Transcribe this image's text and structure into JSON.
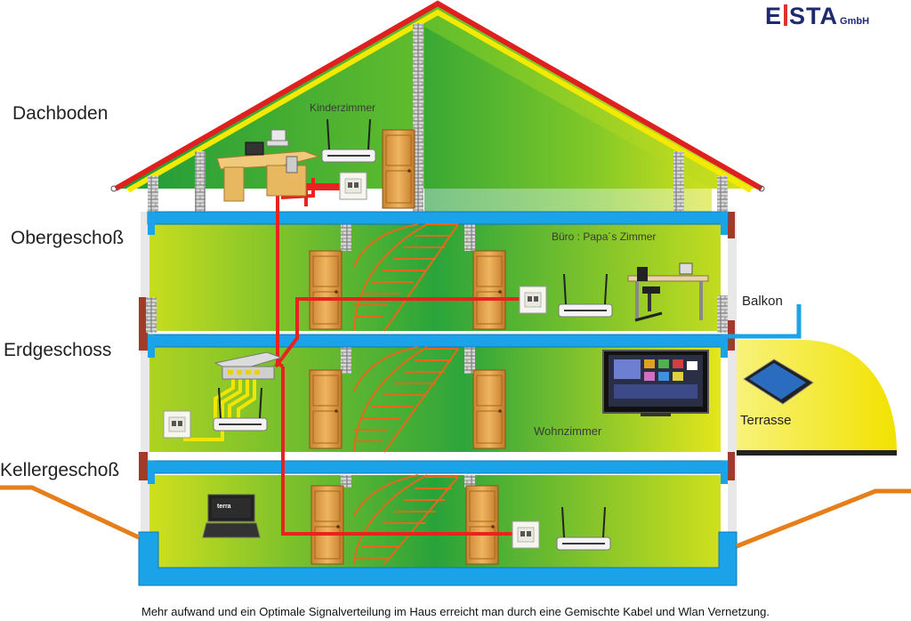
{
  "logo": {
    "left": "E",
    "right": "STA",
    "suffix": "GmbH"
  },
  "floors": {
    "dachboden": "Dachboden",
    "obergeschoss": "Obergeschoß",
    "erdgeschoss": "Erdgeschoss",
    "kellergeschoss": "Kellergeschoß"
  },
  "rooms": {
    "kinderzimmer": "Kinderzimmer",
    "buero": "Büro : Papa´s Zimmer",
    "wohnzimmer": "Wohnzimmer"
  },
  "outside": {
    "balkon": "Balkon",
    "terrasse": "Terrasse"
  },
  "tablet_brand": "terra",
  "caption": "Mehr aufwand und ein Optimale Signalverteilung im Haus erreicht man durch eine Gemischte Kabel und Wlan Vernetzung.",
  "colors": {
    "cable": "#e8231f",
    "lan": "#f2e600",
    "ceiling": "#1aa3e8",
    "ground": "#e67e1a",
    "roof": "#e01f1f"
  }
}
